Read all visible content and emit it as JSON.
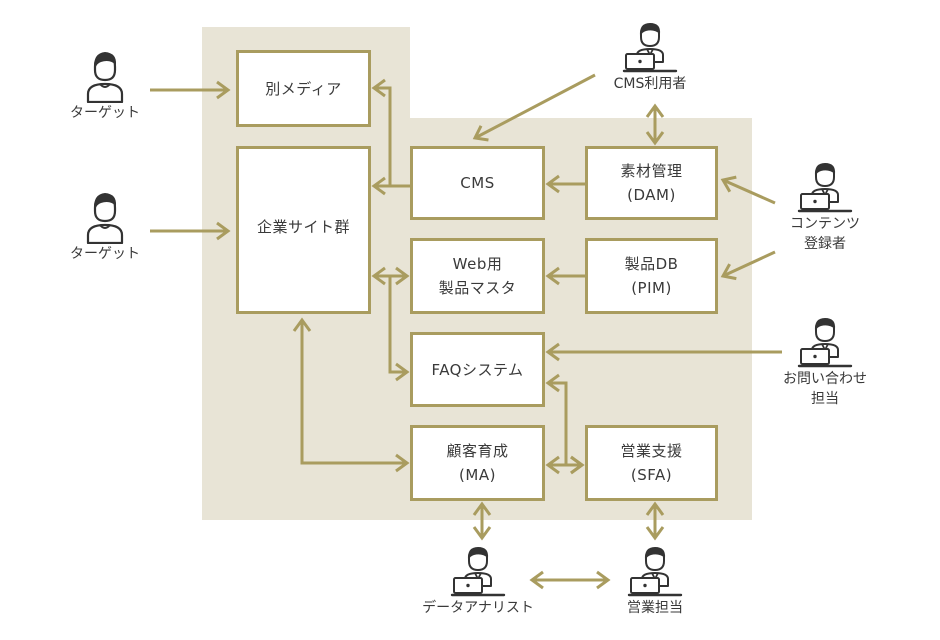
{
  "colors": {
    "accent": "#a99c5f",
    "zone_fill": "#e8e4d6",
    "text": "#3a3a3a"
  },
  "boxes": {
    "other_media": [
      "別メディア"
    ],
    "corporate_sites": [
      "企業サイト群"
    ],
    "cms": [
      "CMS"
    ],
    "dam": [
      "素材管理",
      "(DAM)"
    ],
    "web_product_master": [
      "Web用",
      "製品マスタ"
    ],
    "pim": [
      "製品DB",
      "(PIM)"
    ],
    "faq_system": [
      "FAQシステム"
    ],
    "ma": [
      "顧客育成",
      "(MA)"
    ],
    "sfa": [
      "営業支援",
      "(SFA)"
    ]
  },
  "actors": {
    "target_1": {
      "icon": "person-icon",
      "lines": [
        "ターゲット"
      ]
    },
    "target_2": {
      "icon": "person-icon",
      "lines": [
        "ターゲット"
      ]
    },
    "cms_user": {
      "icon": "person-at-laptop-icon",
      "lines": [
        "CMS利用者"
      ]
    },
    "content_registrant": {
      "icon": "person-at-laptop-icon",
      "lines": [
        "コンテンツ",
        "登録者"
      ]
    },
    "inquiry_staff": {
      "icon": "person-at-laptop-icon",
      "lines": [
        "お問い合わせ",
        "担当"
      ]
    },
    "data_analyst": {
      "icon": "person-at-laptop-icon",
      "lines": [
        "データアナリスト"
      ]
    },
    "sales_rep": {
      "icon": "person-at-laptop-icon",
      "lines": [
        "営業担当"
      ]
    }
  }
}
